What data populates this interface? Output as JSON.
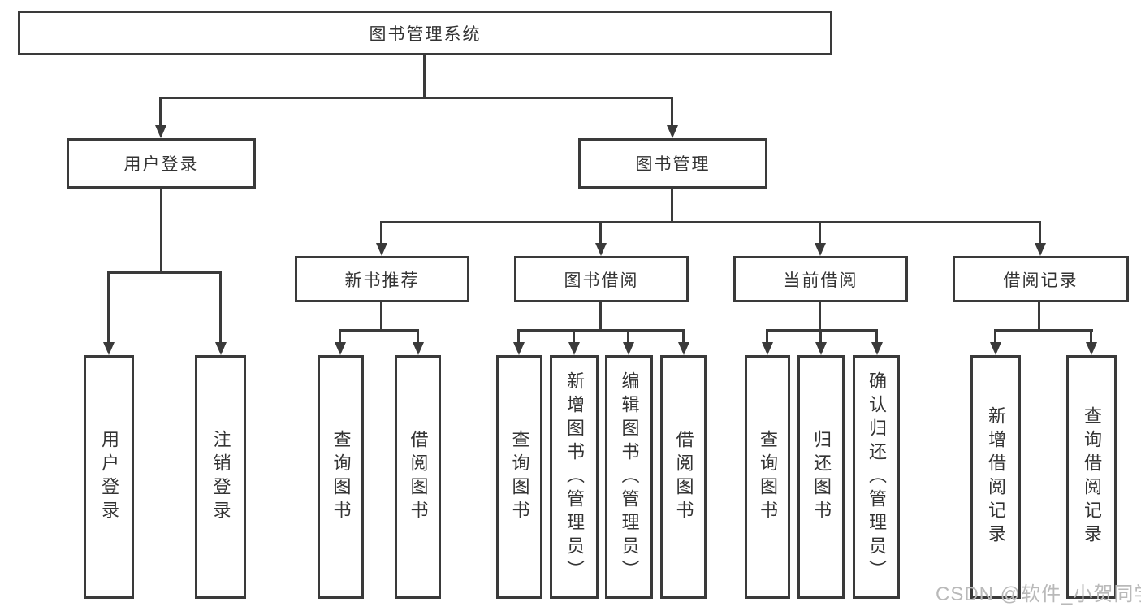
{
  "colors": {
    "line": "#3a3a3a",
    "text": "#333333",
    "background": "#ffffff",
    "watermark": "#b9b9b9"
  },
  "watermark": {
    "text": "CSDN @软件_小贺同学"
  },
  "diagram": {
    "root": {
      "label": "图书管理系统",
      "children": [
        {
          "label": "用户登录",
          "children": [
            {
              "label": "用户登录"
            },
            {
              "label": "注销登录"
            }
          ]
        },
        {
          "label": "图书管理",
          "children": [
            {
              "label": "新书推荐",
              "children": [
                {
                  "label": "查询图书"
                },
                {
                  "label": "借阅图书"
                }
              ]
            },
            {
              "label": "图书借阅",
              "children": [
                {
                  "label": "查询图书"
                },
                {
                  "label": "新增图书（管理员）"
                },
                {
                  "label": "编辑图书（管理员）"
                },
                {
                  "label": "借阅图书"
                }
              ]
            },
            {
              "label": "当前借阅",
              "children": [
                {
                  "label": "查询图书"
                },
                {
                  "label": "归还图书"
                },
                {
                  "label": "确认归还（管理员）"
                }
              ]
            },
            {
              "label": "借阅记录",
              "children": [
                {
                  "label": "新增借阅记录"
                },
                {
                  "label": "查询借阅记录"
                }
              ]
            }
          ]
        }
      ]
    }
  }
}
